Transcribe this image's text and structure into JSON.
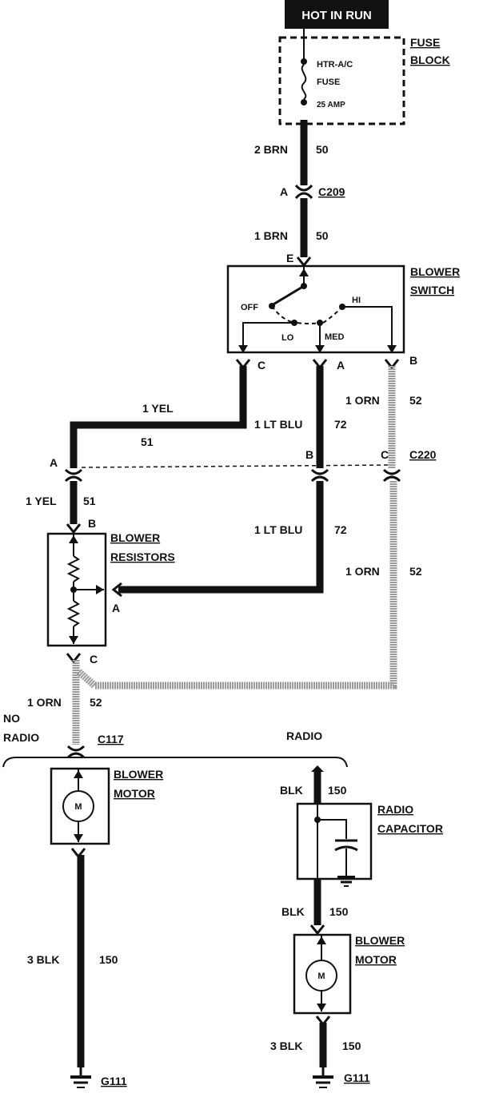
{
  "header": {
    "power_label": "HOT IN RUN"
  },
  "fuse_block": {
    "title_line1": "FUSE",
    "title_line2": "BLOCK",
    "fuse_line1": "HTR-A/C",
    "fuse_line2": "FUSE",
    "rating": "25 AMP"
  },
  "wires": {
    "w1_size_color": "2 BRN",
    "w1_circuit": "50",
    "w2_size_color": "1 BRN",
    "w2_circuit": "50",
    "yel_top_size_color": "1 YEL",
    "yel_top_circuit": "51",
    "ltblu_top_size_color": "1 LT BLU",
    "ltblu_top_circuit": "72",
    "orn_top_size_color": "1 ORN",
    "orn_top_circuit": "52",
    "yel_low_size_color": "1 YEL",
    "yel_low_circuit": "51",
    "ltblu_low_size_color": "1 LT BLU",
    "ltblu_low_circuit": "72",
    "orn_mid_size_color": "1 ORN",
    "orn_mid_circuit": "52",
    "orn_low_size_color": "1 ORN",
    "orn_low_circuit": "52",
    "blk_left_size_color": "3 BLK",
    "blk_left_circuit": "150",
    "blk_r1_size_color": "BLK",
    "blk_r1_circuit": "150",
    "blk_r2_size_color": "BLK",
    "blk_r2_circuit": "150",
    "blk_r3_size_color": "3 BLK",
    "blk_r3_circuit": "150"
  },
  "connectors": {
    "c209": "C209",
    "c209_pin": "A",
    "c220": "C220",
    "c220_pin_a": "A",
    "c220_pin_b": "B",
    "c220_pin_c": "C",
    "c117": "C117",
    "g111_left": "G111",
    "g111_right": "G111"
  },
  "blower_switch": {
    "title_line1": "BLOWER",
    "title_line2": "SWITCH",
    "pin_e": "E",
    "pin_c": "C",
    "pin_a": "A",
    "pin_b": "B",
    "pos_off": "OFF",
    "pos_lo": "LO",
    "pos_med": "MED",
    "pos_hi": "HI"
  },
  "blower_resistors": {
    "title_line1": "BLOWER",
    "title_line2": "RESISTORS",
    "pin_b": "B",
    "pin_a": "A",
    "pin_c": "C"
  },
  "variants": {
    "no_radio_line1": "NO",
    "no_radio_line2": "RADIO",
    "radio": "RADIO"
  },
  "blower_motor_left": {
    "title_line1": "BLOWER",
    "title_line2": "MOTOR",
    "symbol": "M"
  },
  "radio_capacitor": {
    "title_line1": "RADIO",
    "title_line2": "CAPACITOR"
  },
  "blower_motor_right": {
    "title_line1": "BLOWER",
    "title_line2": "MOTOR",
    "symbol": "M"
  }
}
